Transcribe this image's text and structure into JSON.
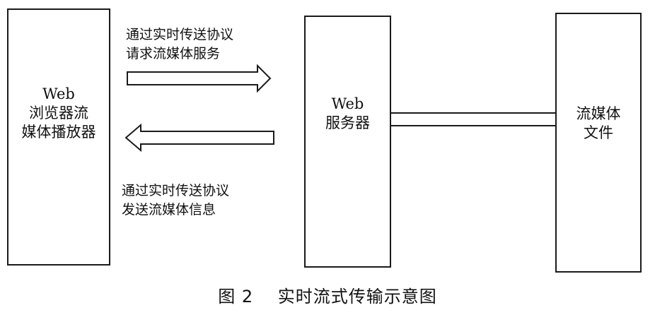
{
  "boxes": {
    "player": {
      "line1": "Web",
      "line2": "浏览器流",
      "line3": "媒体播放器"
    },
    "server": {
      "line1": "Web",
      "line2": "服务器"
    },
    "file": {
      "line1": "流媒体",
      "line2": "文件"
    }
  },
  "annotations": {
    "request": {
      "line1": "通过实时传送协议",
      "line2": "请求流媒体服务"
    },
    "send": {
      "line1": "通过实时传送协议",
      "line2": "发送流媒体信息"
    }
  },
  "caption": {
    "figure": "图 2",
    "title": "实时流式传输示意图"
  }
}
